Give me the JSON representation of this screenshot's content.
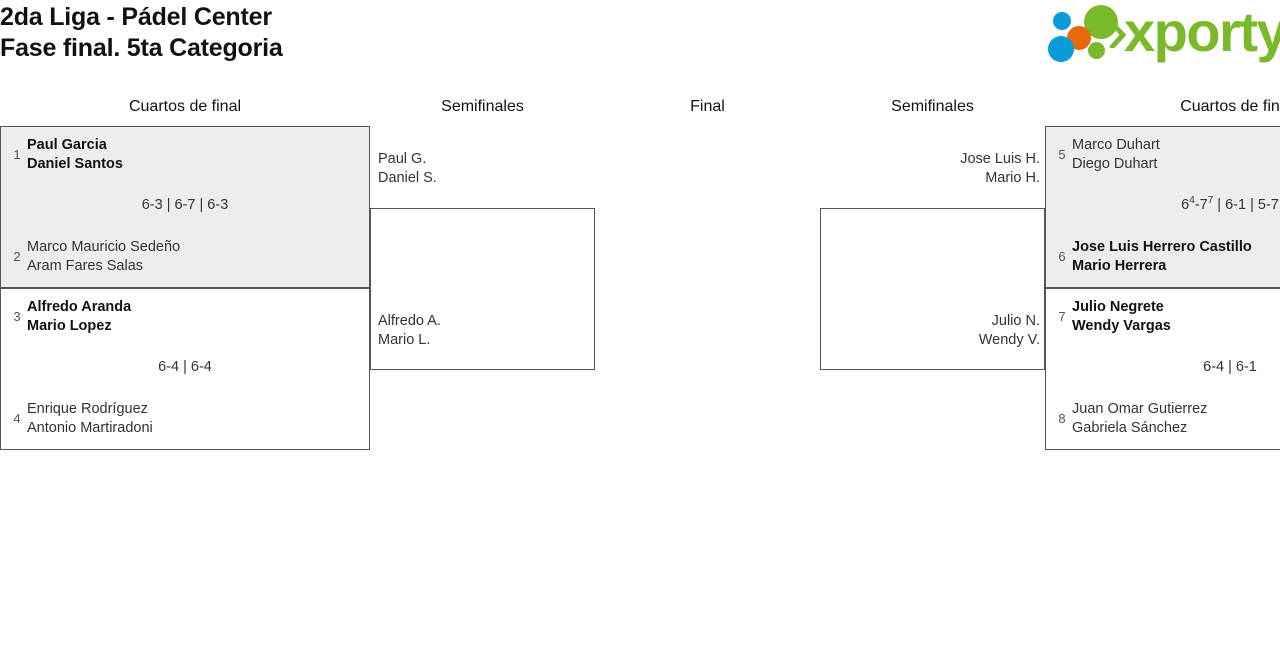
{
  "header": {
    "title_line1": "2da Liga - Pádel Center",
    "title_line2": "Fase final. 5ta Categoria",
    "logo_word": "xporty"
  },
  "colors": {
    "logo_green": "#7ab929",
    "logo_blue": "#0b9bd8",
    "logo_orange": "#e8690b",
    "box_border": "#555555",
    "box_shaded": "#ededed"
  },
  "rounds": {
    "qf_left": "Cuartos de final",
    "sf_left": "Semifinales",
    "final": "Final",
    "sf_right": "Semifinales",
    "qf_right": "Cuartos de fin"
  },
  "matches": {
    "m1": {
      "top": {
        "seed": "1",
        "player1": "Paul Garcia",
        "player2": "Daniel Santos",
        "winner": true
      },
      "bottom": {
        "seed": "2",
        "player1": "Marco Mauricio Sedeño",
        "player2": "Aram Fares Salas",
        "winner": false
      },
      "score": "6-3 | 6-7 | 6-3"
    },
    "m2": {
      "top": {
        "seed": "3",
        "player1": "Alfredo Aranda",
        "player2": "Mario Lopez",
        "winner": true
      },
      "bottom": {
        "seed": "4",
        "player1": "Enrique Rodríguez",
        "player2": "Antonio Martiradoni",
        "winner": false
      },
      "score": "6-4 | 6-4"
    },
    "m3": {
      "top": {
        "seed": "5",
        "player1": "Marco Duhart",
        "player2": "Diego Duhart",
        "winner": false
      },
      "bottom": {
        "seed": "6",
        "player1": "Jose Luis Herrero Castillo",
        "player2": "Mario Herrera",
        "winner": true
      },
      "score_set1_games_a": "6",
      "score_set1_tb_a": "4",
      "score_set1_games_b": "7",
      "score_set1_tb_b": "7",
      "score_rest": " | 6-1 | 5-7"
    },
    "m4": {
      "top": {
        "seed": "7",
        "player1": "Julio Negrete",
        "player2": "Wendy Vargas",
        "winner": true
      },
      "bottom": {
        "seed": "8",
        "player1": "Juan Omar Gutierrez",
        "player2": "Gabriela Sánchez",
        "winner": false
      },
      "score": "6-4 | 6-1"
    }
  },
  "semifinals": {
    "left_upper_p1": "Paul G.",
    "left_upper_p2": "Daniel S.",
    "left_lower_p1": "Alfredo A.",
    "left_lower_p2": "Mario L.",
    "right_upper_p1": "Jose Luis H.",
    "right_upper_p2": "Mario H.",
    "right_lower_p1": "Julio N.",
    "right_lower_p2": "Wendy V."
  }
}
